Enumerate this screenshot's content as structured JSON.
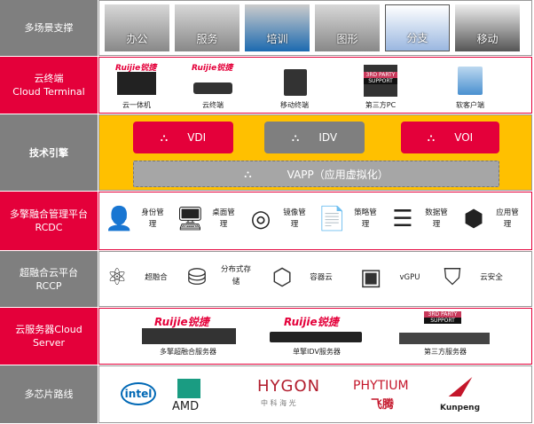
{
  "rows": {
    "scenes": {
      "label": "多场景支撑",
      "items": [
        "办公",
        "服务",
        "培训",
        "图形",
        "分支",
        "移动"
      ]
    },
    "terminal": {
      "label1": "云终端",
      "label2": "Cloud Terminal",
      "brand": "Ruijie锐捷",
      "items": [
        "云一体机",
        "云终端",
        "移动终端",
        "第三方PC",
        "软客户端"
      ],
      "third_party_top": "3RD PARTY",
      "third_party_bottom": "SUPPORT"
    },
    "engine": {
      "label": "技术引擎",
      "vdi": "VDI",
      "idv": "IDV",
      "voi": "VOI",
      "vapp": "VAPP（应用虚拟化）"
    },
    "rcdc": {
      "label1": "多擎融合管理平台",
      "label2": "RCDC",
      "items": [
        [
          "身份管",
          "理"
        ],
        [
          "桌面管",
          "理"
        ],
        [
          "镜像管",
          "理"
        ],
        [
          "策略管",
          "理"
        ],
        [
          "数据管",
          "理"
        ],
        [
          "应用管",
          "理"
        ]
      ]
    },
    "rccp": {
      "label1": "超融合云平台",
      "label2": "RCCP",
      "items": [
        [
          "超融合",
          ""
        ],
        [
          "分布式存",
          "储"
        ],
        [
          "容器云",
          ""
        ],
        [
          "vGPU",
          ""
        ],
        [
          "云安全",
          ""
        ]
      ]
    },
    "server": {
      "label1": "云服务器Cloud",
      "label2": "Server",
      "brand": "Ruijie锐捷",
      "items": [
        "多擎超融合服务器",
        "单擎IDV服务器",
        "第三方服务器"
      ],
      "third_party_top": "3RD PARTY",
      "third_party_bottom": "SUPPORT"
    },
    "chips": {
      "label": "多芯片路线",
      "intel": "intel",
      "amd": "AMD",
      "hygon": "HYGON",
      "hygon_cn": "中 科 海 光",
      "phytium": "PHYTIUM",
      "phytium_cn": "飞腾",
      "kunpeng": "Kunpeng"
    }
  },
  "colors": {
    "red": "#e4003a",
    "gray": "#7f7f7f",
    "yellow": "#ffc000"
  }
}
